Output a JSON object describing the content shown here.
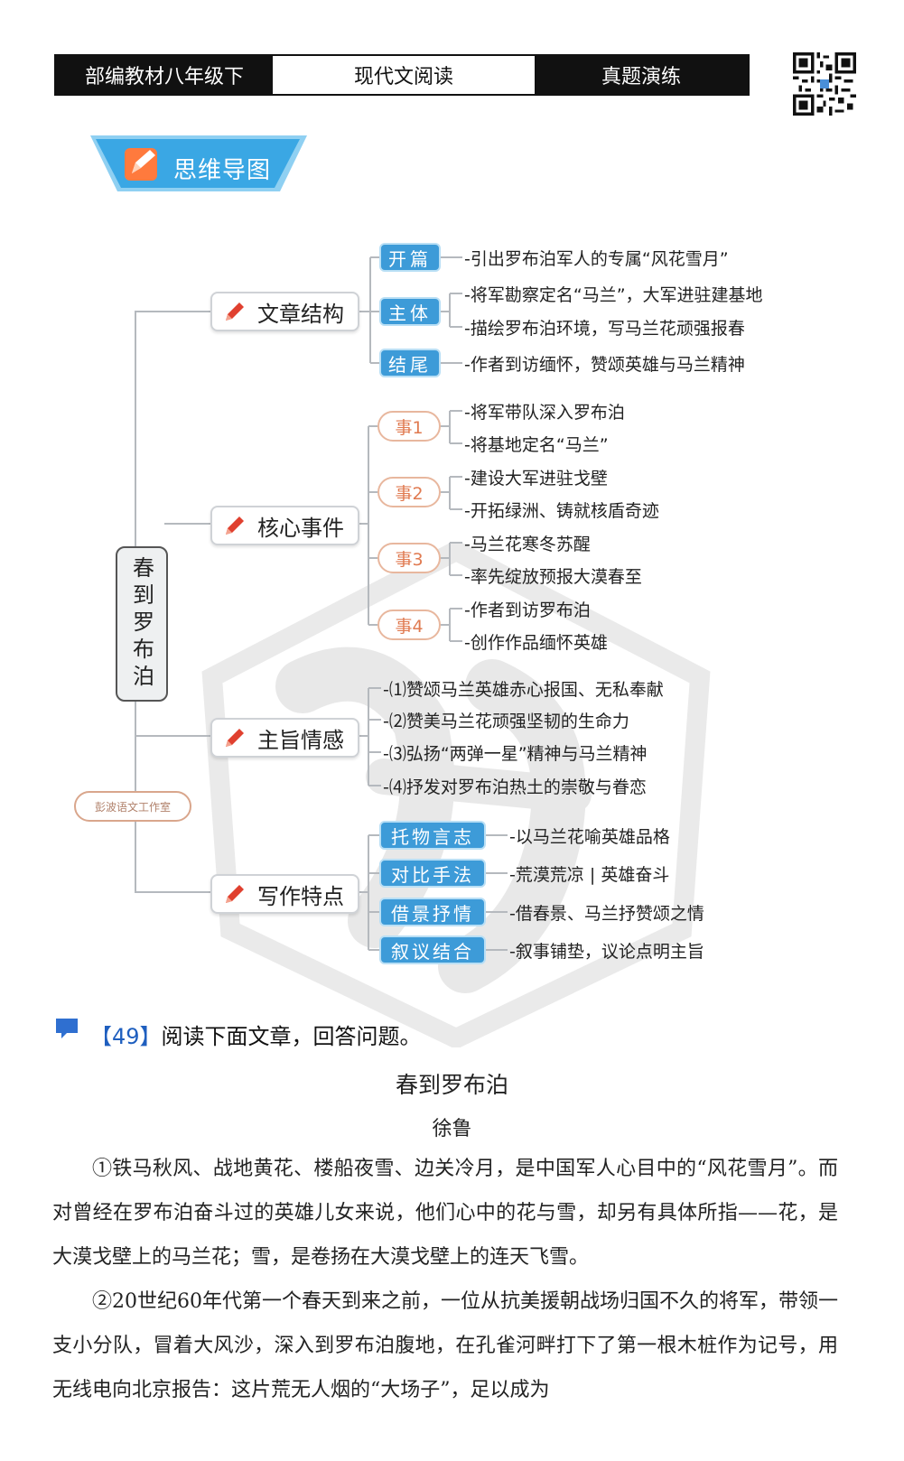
{
  "header": {
    "left": "部编教材八年级下",
    "middle": "现代文阅读",
    "right": "真题演练"
  },
  "banner": {
    "label": "思维导图"
  },
  "mindmap": {
    "root": "春到罗布泊",
    "studio": "彭波语文工作室",
    "structure": {
      "label": "文章结构",
      "parts": [
        {
          "tag": "开篇",
          "items": [
            "-引出罗布泊军人的专属“风花雪月”"
          ]
        },
        {
          "tag": "主体",
          "items": [
            "-将军勘察定名“马兰”，大军进驻建基地",
            "-描绘罗布泊环境，写马兰花顽强报春"
          ]
        },
        {
          "tag": "结尾",
          "items": [
            "-作者到访缅怀，赞颂英雄与马兰精神"
          ]
        }
      ]
    },
    "events": {
      "label": "核心事件",
      "parts": [
        {
          "tag": "事1",
          "items": [
            "-将军带队深入罗布泊",
            "-将基地定名“马兰”"
          ]
        },
        {
          "tag": "事2",
          "items": [
            "-建设大军进驻戈壁",
            "-开拓绿洲、铸就核盾奇迹"
          ]
        },
        {
          "tag": "事3",
          "items": [
            "-马兰花寒冬苏醒",
            "-率先绽放预报大漠春至"
          ]
        },
        {
          "tag": "事4",
          "items": [
            "-作者到访罗布泊",
            "-创作作品缅怀英雄"
          ]
        }
      ]
    },
    "theme": {
      "label": "主旨情感",
      "items": [
        "-⑴赞颂马兰英雄赤心报国、无私奉献",
        "-⑵赞美马兰花顽强坚韧的生命力",
        "-⑶弘扬“两弹一星”精神与马兰精神",
        "-⑷抒发对罗布泊热土的崇敬与眷恋"
      ]
    },
    "writing": {
      "label": "写作特点",
      "parts": [
        {
          "tag": "托物言志",
          "item": "-以马兰花喻英雄品格"
        },
        {
          "tag": "对比手法",
          "item": "-荒漠荒凉 | 英雄奋斗"
        },
        {
          "tag": "借景抒情",
          "item": "-借春景、马兰抒赞颂之情"
        },
        {
          "tag": "叙议结合",
          "item": "-叙事铺垫，议论点明主旨"
        }
      ]
    }
  },
  "question": {
    "number": "【49】",
    "prompt": "阅读下面文章，回答问题。"
  },
  "article": {
    "title": "春到罗布泊",
    "author": "徐鲁",
    "paragraphs": [
      "①铁马秋风、战地黄花、楼船夜雪、边关冷月，是中国军人心目中的“风花雪月”。而对曾经在罗布泊奋斗过的英雄儿女来说，他们心中的花与雪，却另有具体所指——花，是大漠戈壁上的马兰花；雪，是卷扬在大漠戈壁上的连天飞雪。",
      "②20世纪60年代第一个春天到来之前，一位从抗美援朝战场归国不久的将军，带领一支小分队，冒着大风沙，深入到罗布泊腹地，在孔雀河畔打下了第一根木桩作为记号，用无线电向北京报告：这片荒无人烟的“大场子”，足以成为"
    ]
  },
  "colors": {
    "accent_blue": "#3d9bd8",
    "event_orange": "#e07a50",
    "header_dark": "#111111"
  }
}
